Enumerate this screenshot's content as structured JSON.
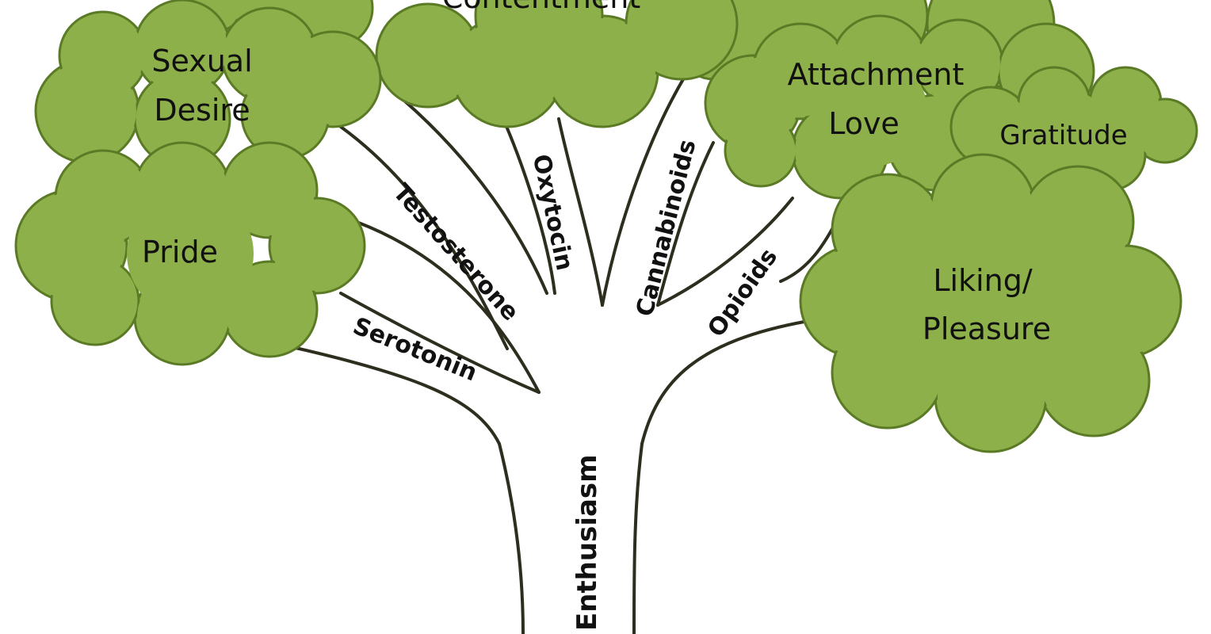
{
  "clouds": {
    "contentment": "Contentment",
    "sexual_desire": [
      "Sexual",
      "Desire"
    ],
    "pride": "Pride",
    "attachment_love": [
      "Attachment",
      "Love"
    ],
    "gratitude": "Gratitude",
    "liking_pleasure": [
      "Liking/",
      "Pleasure"
    ]
  },
  "branches": {
    "oxytocin": "Oxytocin",
    "testosterone": "Testosterone",
    "serotonin": "Serotonin",
    "cannabinoids": "Cannabinoids",
    "opioids": "Opioids"
  },
  "trunk": "Enthusiasm",
  "colors": {
    "leaf": "#8db04a",
    "outline": "#5a7a25",
    "line": "#2e2e1e"
  }
}
